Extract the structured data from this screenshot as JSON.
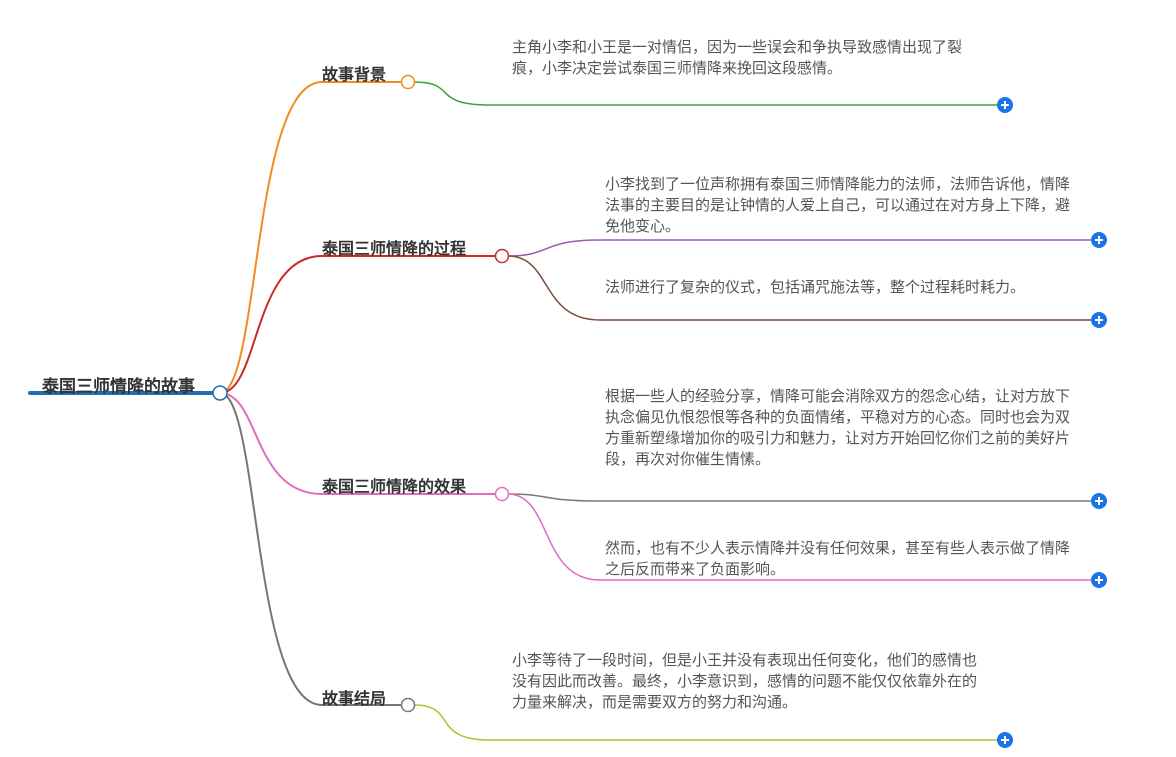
{
  "root": {
    "label": "泰国三师情降的故事",
    "color": "#1f6fb2"
  },
  "branches": [
    {
      "label": "故事背景",
      "color": "#f28c1f",
      "leaves": [
        {
          "text": "主角小李和小王是一对情侣，因为一些误会和争执导致感情出现了裂痕，小李决定尝试泰国三师情降来挽回这段感情。",
          "color": "#3aa335"
        }
      ]
    },
    {
      "label": "泰国三师情降的过程",
      "color": "#c92a2a",
      "leaves": [
        {
          "text": "小李找到了一位声称拥有泰国三师情降能力的法师，法师告诉他，情降法事的主要目的是让钟情的人爱上自己，可以通过在对方身上下降，避免他变心。",
          "color": "#9b59b6"
        },
        {
          "text": "法师进行了复杂的仪式，包括诵咒施法等，整个过程耗时耗力。",
          "color": "#7b4a3a"
        }
      ]
    },
    {
      "label": "泰国三师情降的效果",
      "color": "#e06cc0",
      "leaves": [
        {
          "text": "根据一些人的经验分享，情降可能会消除双方的怨念心结，让对方放下执念偏见仇恨怨恨等各种的负面情绪，平稳对方的心态。同时也会为双方重新塑缘增加你的吸引力和魅力，让对方开始回忆你们之前的美好片段，再次对你催生情愫。",
          "color": "#777777"
        },
        {
          "text": "然而，也有不少人表示情降并没有任何效果，甚至有些人表示做了情降之后反而带来了负面影响。",
          "color": "#e06cc0"
        }
      ]
    },
    {
      "label": "故事结局",
      "color": "#777777",
      "leaves": [
        {
          "text": "小李等待了一段时间，但是小王并没有表现出任何变化，他们的感情也没有因此而改善。最终，小李意识到，感情的问题不能仅仅依靠外在的力量来解决，而是需要双方的努力和沟通。",
          "color": "#b5bd2a"
        }
      ]
    }
  ],
  "expand_icon_color": "#1a73e8"
}
